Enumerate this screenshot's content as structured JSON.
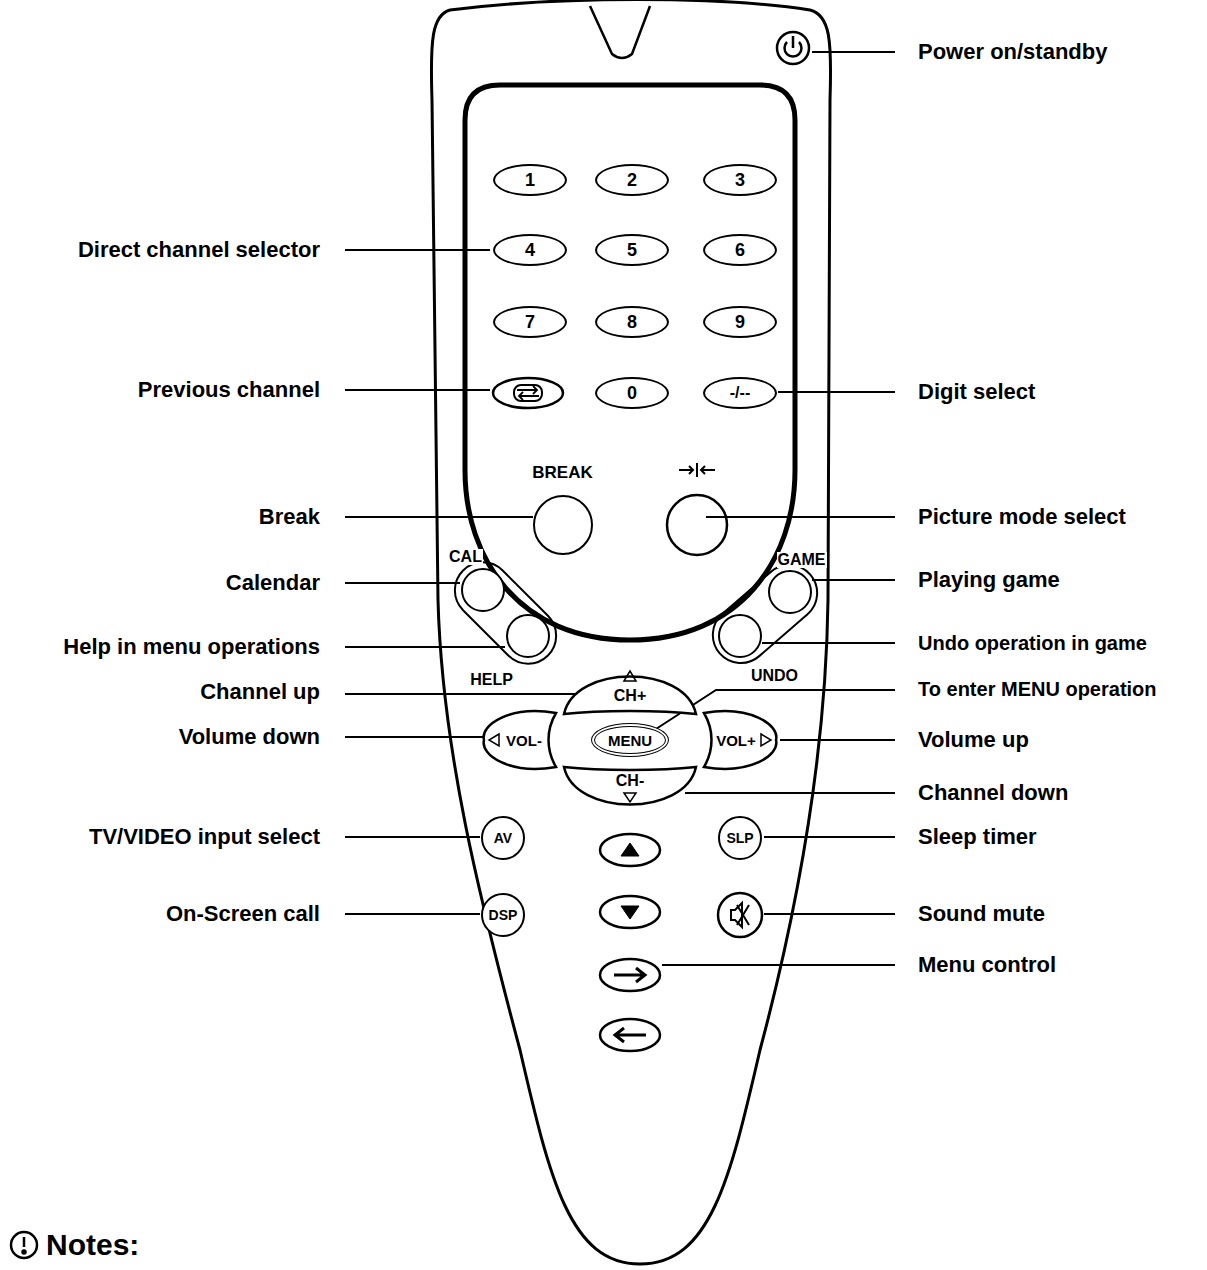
{
  "diagram": {
    "nodes": [
      {
        "text": [
          "1"
        ]
      },
      {
        "text": [
          "2"
        ]
      },
      {
        "text": [
          "3"
        ]
      },
      {
        "text": [
          "4"
        ]
      },
      {
        "text": [
          "5"
        ]
      },
      {
        "text": [
          "6"
        ]
      },
      {
        "text": [
          "7"
        ]
      },
      {
        "text": [
          "8"
        ]
      },
      {
        "text": [
          "9"
        ]
      },
      {
        "text": [
          "0"
        ]
      },
      {
        "text": [
          "-/--"
        ]
      },
      {
        "text": [
          "BREAK"
        ]
      },
      {
        "text": [
          "CAL"
        ]
      },
      {
        "text": [
          "GAME"
        ]
      },
      {
        "text": [
          "HELP"
        ]
      },
      {
        "text": [
          "UNDO"
        ]
      },
      {
        "text": [
          "CH+"
        ]
      },
      {
        "text": [
          "VOL-"
        ]
      },
      {
        "text": [
          "MENU"
        ]
      },
      {
        "text": [
          "VOL+"
        ]
      },
      {
        "text": [
          "CH-"
        ]
      },
      {
        "text": [
          "AV"
        ]
      },
      {
        "text": [
          "SLP"
        ]
      },
      {
        "text": [
          "DSP"
        ]
      }
    ],
    "labels": [
      "Power on/standby",
      "Direct channel selector",
      "Previous channel",
      "Digit select",
      "Break",
      "Picture mode select",
      "Calendar",
      "Playing game",
      "Help in menu operations",
      "Undo operation in game",
      "Channel up",
      "To enter MENU operation",
      "Volume down",
      "Volume up",
      "Channel down",
      "TV/VIDEO input select",
      "Sleep timer",
      "On-Screen call",
      "Sound mute",
      "Menu control",
      "Notes:"
    ]
  }
}
